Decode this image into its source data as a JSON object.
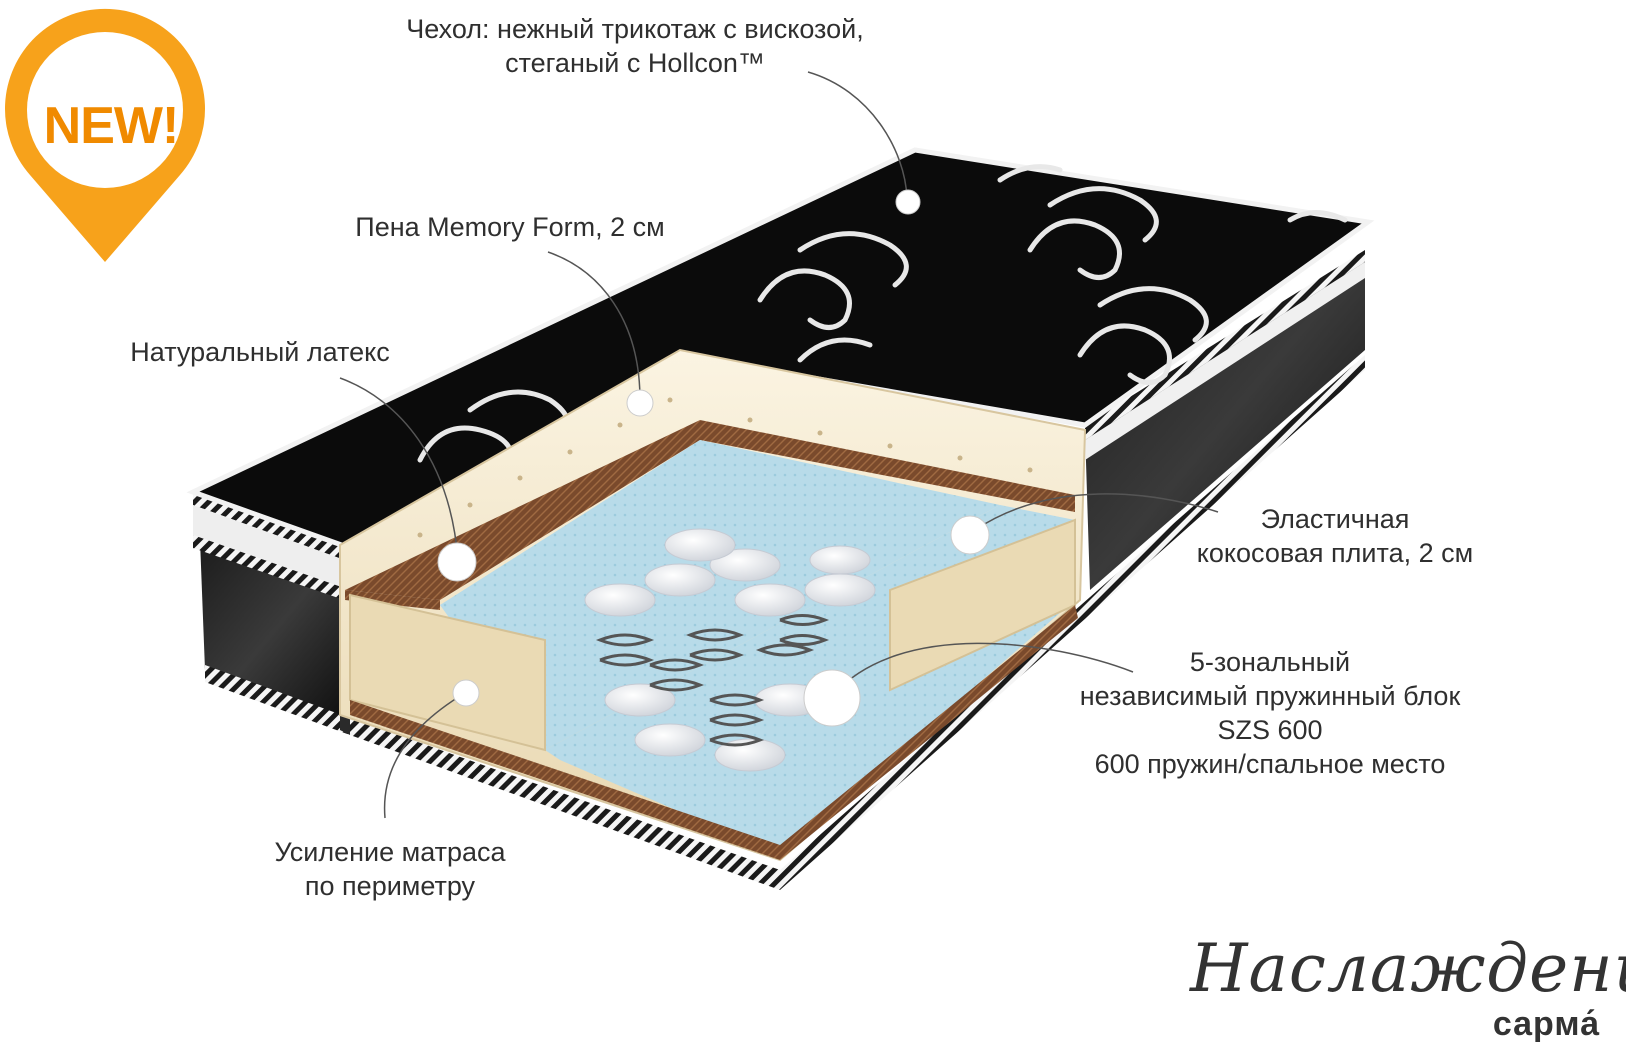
{
  "badge": {
    "text": "NEW!",
    "color": "#f7a21b"
  },
  "callouts": [
    {
      "id": "cover",
      "lines": [
        "Чехол: нежный трикотаж с вискозой,",
        "стеганый с Hollcon™"
      ]
    },
    {
      "id": "memory",
      "lines": [
        "Пена Memory Form, 2 см"
      ]
    },
    {
      "id": "latex",
      "lines": [
        "Натуральный латекс"
      ]
    },
    {
      "id": "coconut",
      "lines": [
        "Эластичная",
        "кокосовая плита, 2 см"
      ]
    },
    {
      "id": "springs",
      "lines": [
        "5-зональный",
        "независимый пружинный блок",
        "SZS 600",
        "600 пружин/спальное место"
      ]
    },
    {
      "id": "perimeter",
      "lines": [
        "Усиление матраса",
        "по периметру"
      ]
    }
  ],
  "brand": {
    "script": "Наслаждение",
    "name": "сарма́"
  },
  "colors": {
    "fabric": "#0b0b0b",
    "foam": "#f1e4c4",
    "coir": "#7a4a2c",
    "blue_base": "#b9dbe8",
    "accent": "#f7a21b"
  }
}
